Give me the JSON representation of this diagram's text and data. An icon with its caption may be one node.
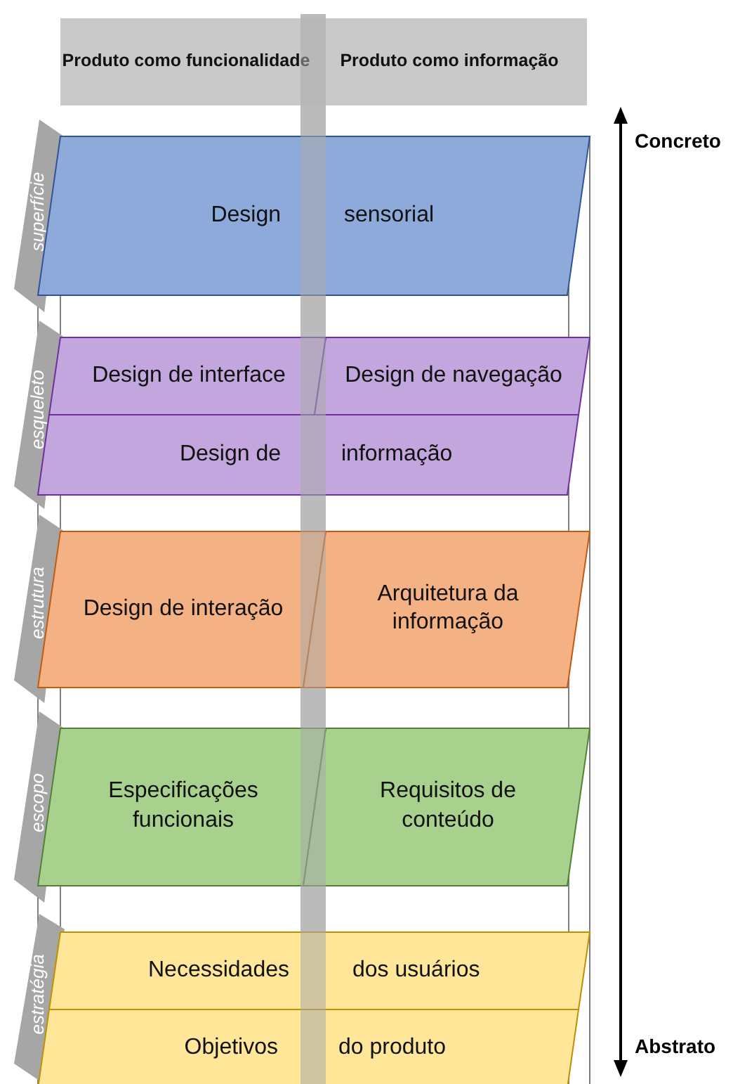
{
  "diagram": {
    "nodes": [
      {
        "text": [
          "Produto como funcionalidade"
        ]
      },
      {
        "text": [
          "Produto como informação"
        ]
      },
      {
        "text": [
          "superfície"
        ]
      },
      {
        "text": [
          "Design",
          "sensorial"
        ]
      },
      {
        "text": [
          "esqueleto"
        ]
      },
      {
        "text": [
          "Design de interface"
        ]
      },
      {
        "text": [
          "Design de navegação"
        ]
      },
      {
        "text": [
          "Design de",
          "informação"
        ]
      },
      {
        "text": [
          "estrutura"
        ]
      },
      {
        "text": [
          "Design de interação"
        ]
      },
      {
        "text": [
          "Arquitetura da informação"
        ]
      },
      {
        "text": [
          "escopo"
        ]
      },
      {
        "text": [
          "Especificações funcionais"
        ]
      },
      {
        "text": [
          "Requisitos de conteúdo"
        ]
      },
      {
        "text": [
          "estratégia"
        ]
      },
      {
        "text": [
          "Necessidades",
          "dos usuários"
        ]
      },
      {
        "text": [
          "Objetivos",
          "do produto"
        ]
      }
    ],
    "labels": [
      "Concreto",
      "Abstrato"
    ]
  }
}
